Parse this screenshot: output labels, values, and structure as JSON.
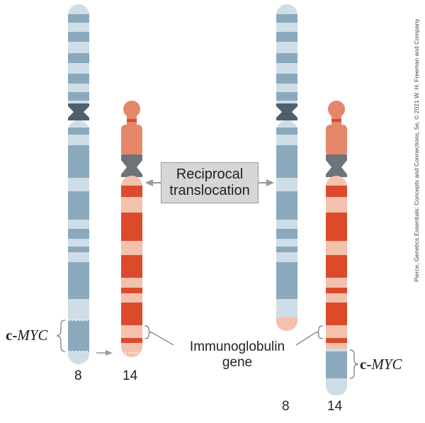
{
  "labels": {
    "translocation": [
      "Reciprocal",
      "translocation"
    ],
    "immunoglobulin": [
      "Immunoglobulin",
      "gene"
    ],
    "gene_cmyc_prefix": "c-",
    "gene_cmyc_name": "MYC",
    "chrom_8": "8",
    "chrom_14": "14",
    "credit": "Pierce, Genetics Essentials: Concepts and Connections, 5e, © 2021 W. H. Freeman and Company"
  },
  "colors": {
    "chr8_light": "#cfdde6",
    "chr8_dark": "#8aa9bc",
    "chr8_centromere": "#4f5f6c",
    "chr14_light": "#f4c1ac",
    "chr14_dark": "#dc4a2c",
    "chr14_top": "#e6876a",
    "chr14_centromere": "#6d7378",
    "box_fill": "#d6d6d6",
    "arrow": "#9a9a9a"
  }
}
